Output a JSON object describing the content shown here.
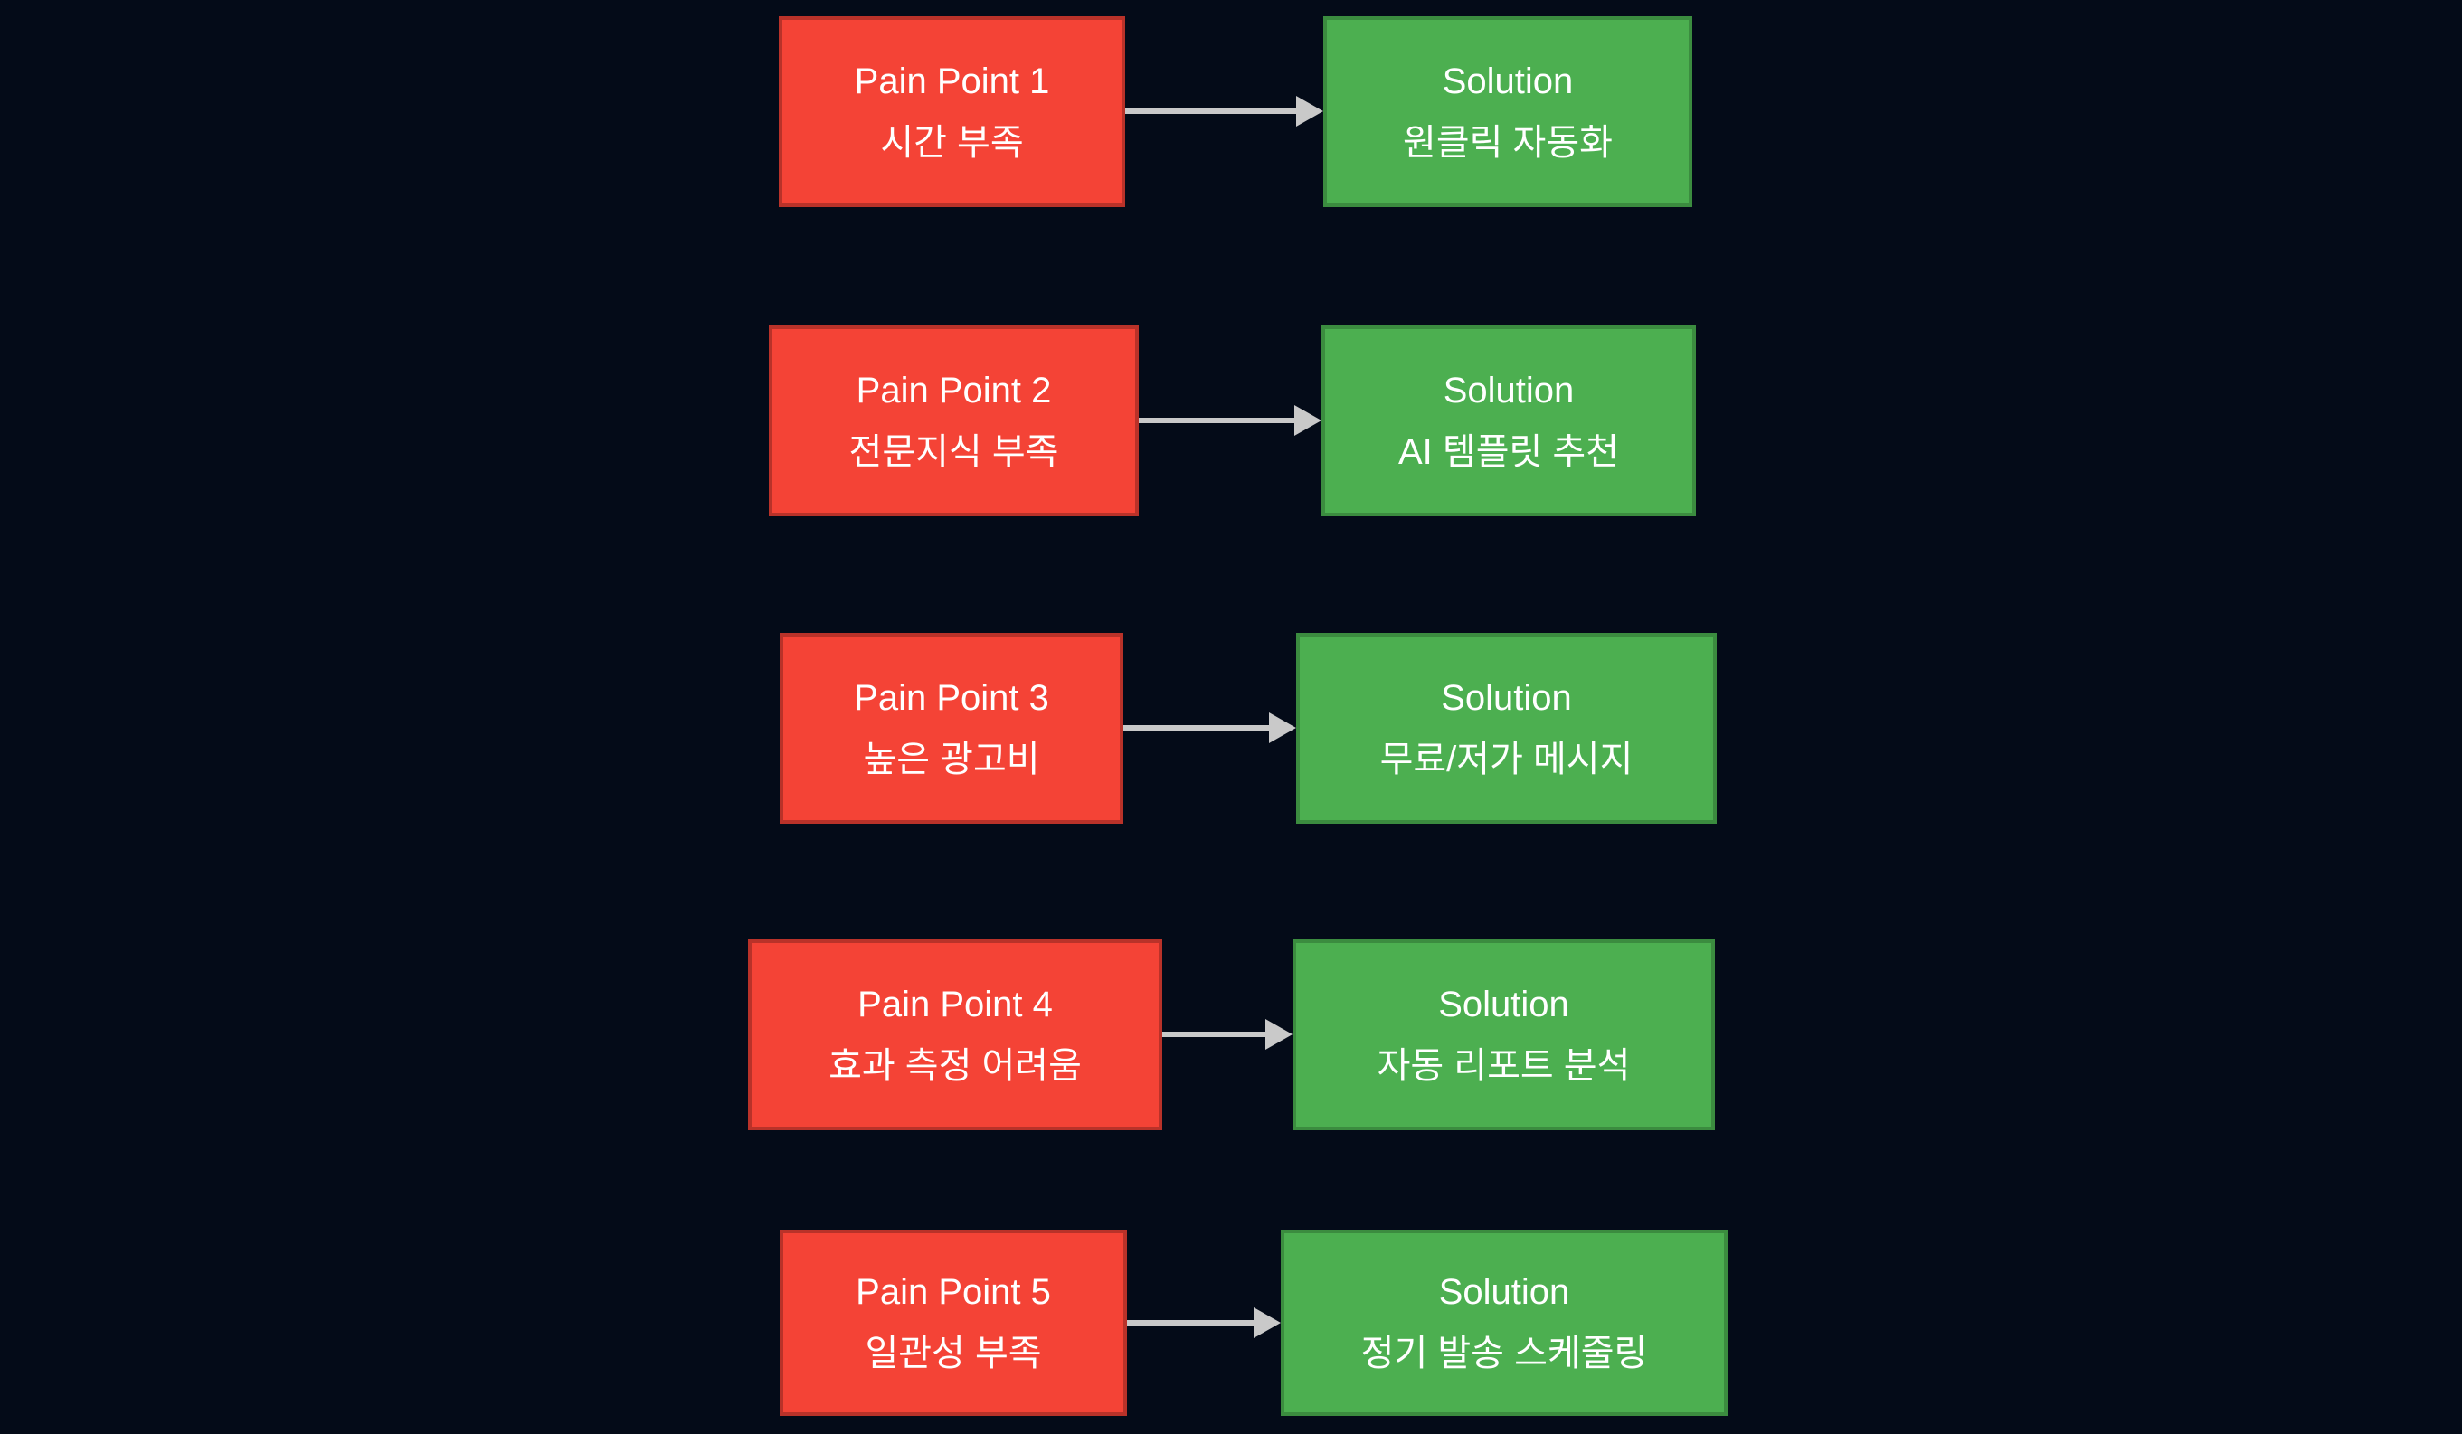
{
  "colors": {
    "bg": "#040b18",
    "pain_fill": "#f44336",
    "pain_border": "#b93229",
    "solution_fill": "#4caf50",
    "solution_border": "#3b8c3f",
    "arrow": "#c9c9c9",
    "text": "#ffffff"
  },
  "diagram": {
    "type": "flowchart",
    "rows": [
      {
        "pain": {
          "title": "Pain Point 1",
          "subtitle": "시간 부족"
        },
        "solution": {
          "title": "Solution",
          "subtitle": "원클릭 자동화"
        }
      },
      {
        "pain": {
          "title": "Pain Point 2",
          "subtitle": "전문지식 부족"
        },
        "solution": {
          "title": "Solution",
          "subtitle": "AI 템플릿 추천"
        }
      },
      {
        "pain": {
          "title": "Pain Point 3",
          "subtitle": "높은 광고비"
        },
        "solution": {
          "title": "Solution",
          "subtitle": "무료/저가 메시지"
        }
      },
      {
        "pain": {
          "title": "Pain Point 4",
          "subtitle": "효과 측정 어려움"
        },
        "solution": {
          "title": "Solution",
          "subtitle": "자동 리포트 분석"
        }
      },
      {
        "pain": {
          "title": "Pain Point 5",
          "subtitle": "일관성 부족"
        },
        "solution": {
          "title": "Solution",
          "subtitle": "정기 발송 스케줄링"
        }
      }
    ]
  }
}
